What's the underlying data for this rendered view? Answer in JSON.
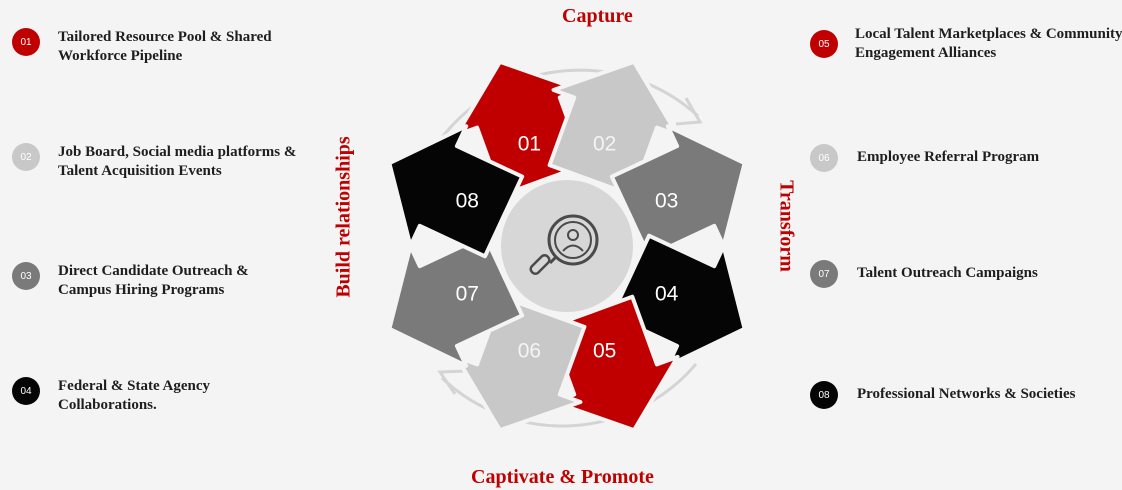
{
  "stages": {
    "top": "Capture",
    "right": "Transform",
    "bottom": "Captivate & Promote",
    "left": "Build relationships"
  },
  "segments": [
    {
      "num": "01",
      "color": "#c00000"
    },
    {
      "num": "02",
      "color": "#c8c8c8"
    },
    {
      "num": "03",
      "color": "#7a7a7a"
    },
    {
      "num": "04",
      "color": "#050505"
    },
    {
      "num": "05",
      "color": "#c00000"
    },
    {
      "num": "06",
      "color": "#c8c8c8"
    },
    {
      "num": "07",
      "color": "#7a7a7a"
    },
    {
      "num": "08",
      "color": "#050505"
    }
  ],
  "center_icon": "magnifier-user-icon",
  "left_items": [
    {
      "num": "01",
      "text": "Tailored Resource Pool & Shared Workforce Pipeline",
      "color": "#c00000"
    },
    {
      "num": "02",
      "text": "Job Board, Social media platforms & Talent Acquisition Events",
      "color": "#c8c8c8"
    },
    {
      "num": "03",
      "text": "Direct Candidate Outreach & Campus Hiring Programs",
      "color": "#7a7a7a"
    },
    {
      "num": "04",
      "text": "Federal & State Agency Collaborations.",
      "color": "#050505"
    }
  ],
  "right_items": [
    {
      "num": "05",
      "text": "Local Talent Marketplaces & Community Engagement Alliances",
      "color": "#c00000"
    },
    {
      "num": "06",
      "text": "Employee Referral Program",
      "color": "#c8c8c8"
    },
    {
      "num": "07",
      "text": "Talent Outreach Campaigns",
      "color": "#7a7a7a"
    },
    {
      "num": "08",
      "text": "Professional Networks & Societies",
      "color": "#050505"
    }
  ]
}
